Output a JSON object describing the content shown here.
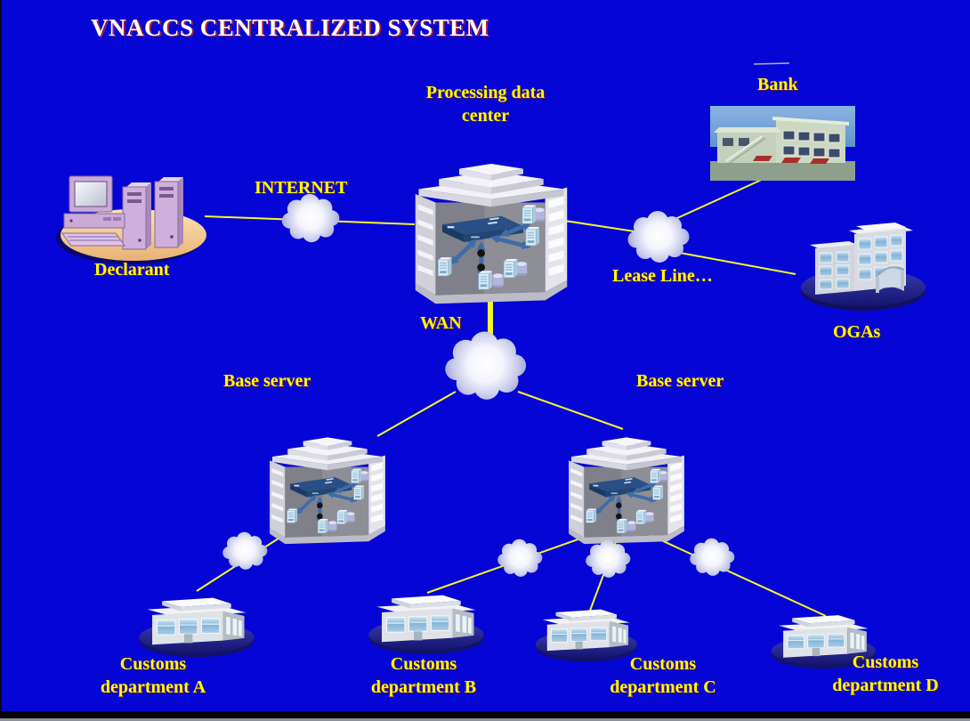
{
  "title": "VNACCS CENTRALIZED SYSTEM",
  "colors": {
    "background": "#0505d6",
    "label_text": "#ffff00",
    "title_text": "#ffffff",
    "connection_line": "#f6f62e",
    "cloud_fill": "#ffffff",
    "cloud_edge": "#aeb2dc",
    "platform_blue": "#20209a",
    "declarant_platform": "#f2c48c",
    "switch_navy": "#24477c",
    "arrow_blue": "#3e6ca8"
  },
  "labels": {
    "title": "VNACCS CENTRALIZED SYSTEM",
    "processing_line1": "Processing data",
    "processing_line2": "center",
    "internet": "INTERNET",
    "declarant": "Declarant",
    "bank": "Bank",
    "lease_line": "Lease Line…",
    "ogas": "OGAs",
    "wan": "WAN",
    "base_server_left": "Base server",
    "base_server_right": "Base server"
  },
  "customs": [
    {
      "line1": "Customs",
      "line2": "department A"
    },
    {
      "line1": "Customs",
      "line2": "department B"
    },
    {
      "line1": "Customs",
      "line2": "department C"
    },
    {
      "line1": "Customs",
      "line2": "department D"
    }
  ],
  "connections": [
    {
      "from": "Declarant",
      "via": "INTERNET",
      "to": "Processing data center"
    },
    {
      "from": "Processing data center",
      "via": "Lease Line…",
      "to": "Bank"
    },
    {
      "from": "Processing data center",
      "via": "Lease Line…",
      "to": "OGAs"
    },
    {
      "from": "Processing data center",
      "via": "WAN",
      "to": "Base server (left)"
    },
    {
      "from": "Processing data center",
      "via": "WAN",
      "to": "Base server (right)"
    },
    {
      "from": "Base server (left)",
      "to": "Customs department A"
    },
    {
      "from": "Base server (right)",
      "to": "Customs department B"
    },
    {
      "from": "Base server (right)",
      "to": "Customs department C"
    },
    {
      "from": "Base server (right)",
      "to": "Customs department D"
    }
  ]
}
